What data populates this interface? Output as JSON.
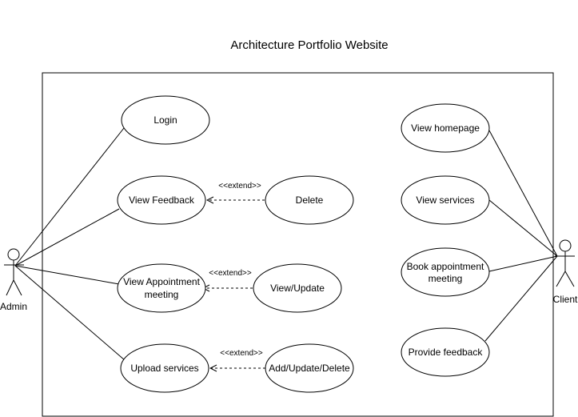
{
  "diagram": {
    "title": "Architecture Portfolio Website",
    "actors": {
      "admin": "Admin",
      "client": "Client"
    },
    "use_cases": {
      "login": [
        "Login"
      ],
      "view_feedback": [
        "View Feedback"
      ],
      "view_appointment": [
        "View Appointment",
        "meeting"
      ],
      "upload_services": [
        "Upload services"
      ],
      "delete": [
        "Delete"
      ],
      "view_update": [
        "View/Update"
      ],
      "add_update_delete": [
        "Add/Update/Delete"
      ],
      "view_homepage": [
        "View homepage"
      ],
      "view_services": [
        "View services"
      ],
      "book_appointment": [
        "Book appointment",
        "meeting"
      ],
      "provide_feedback": [
        "Provide feedback"
      ]
    },
    "relations": {
      "extend_label": "<<extend>>"
    }
  }
}
